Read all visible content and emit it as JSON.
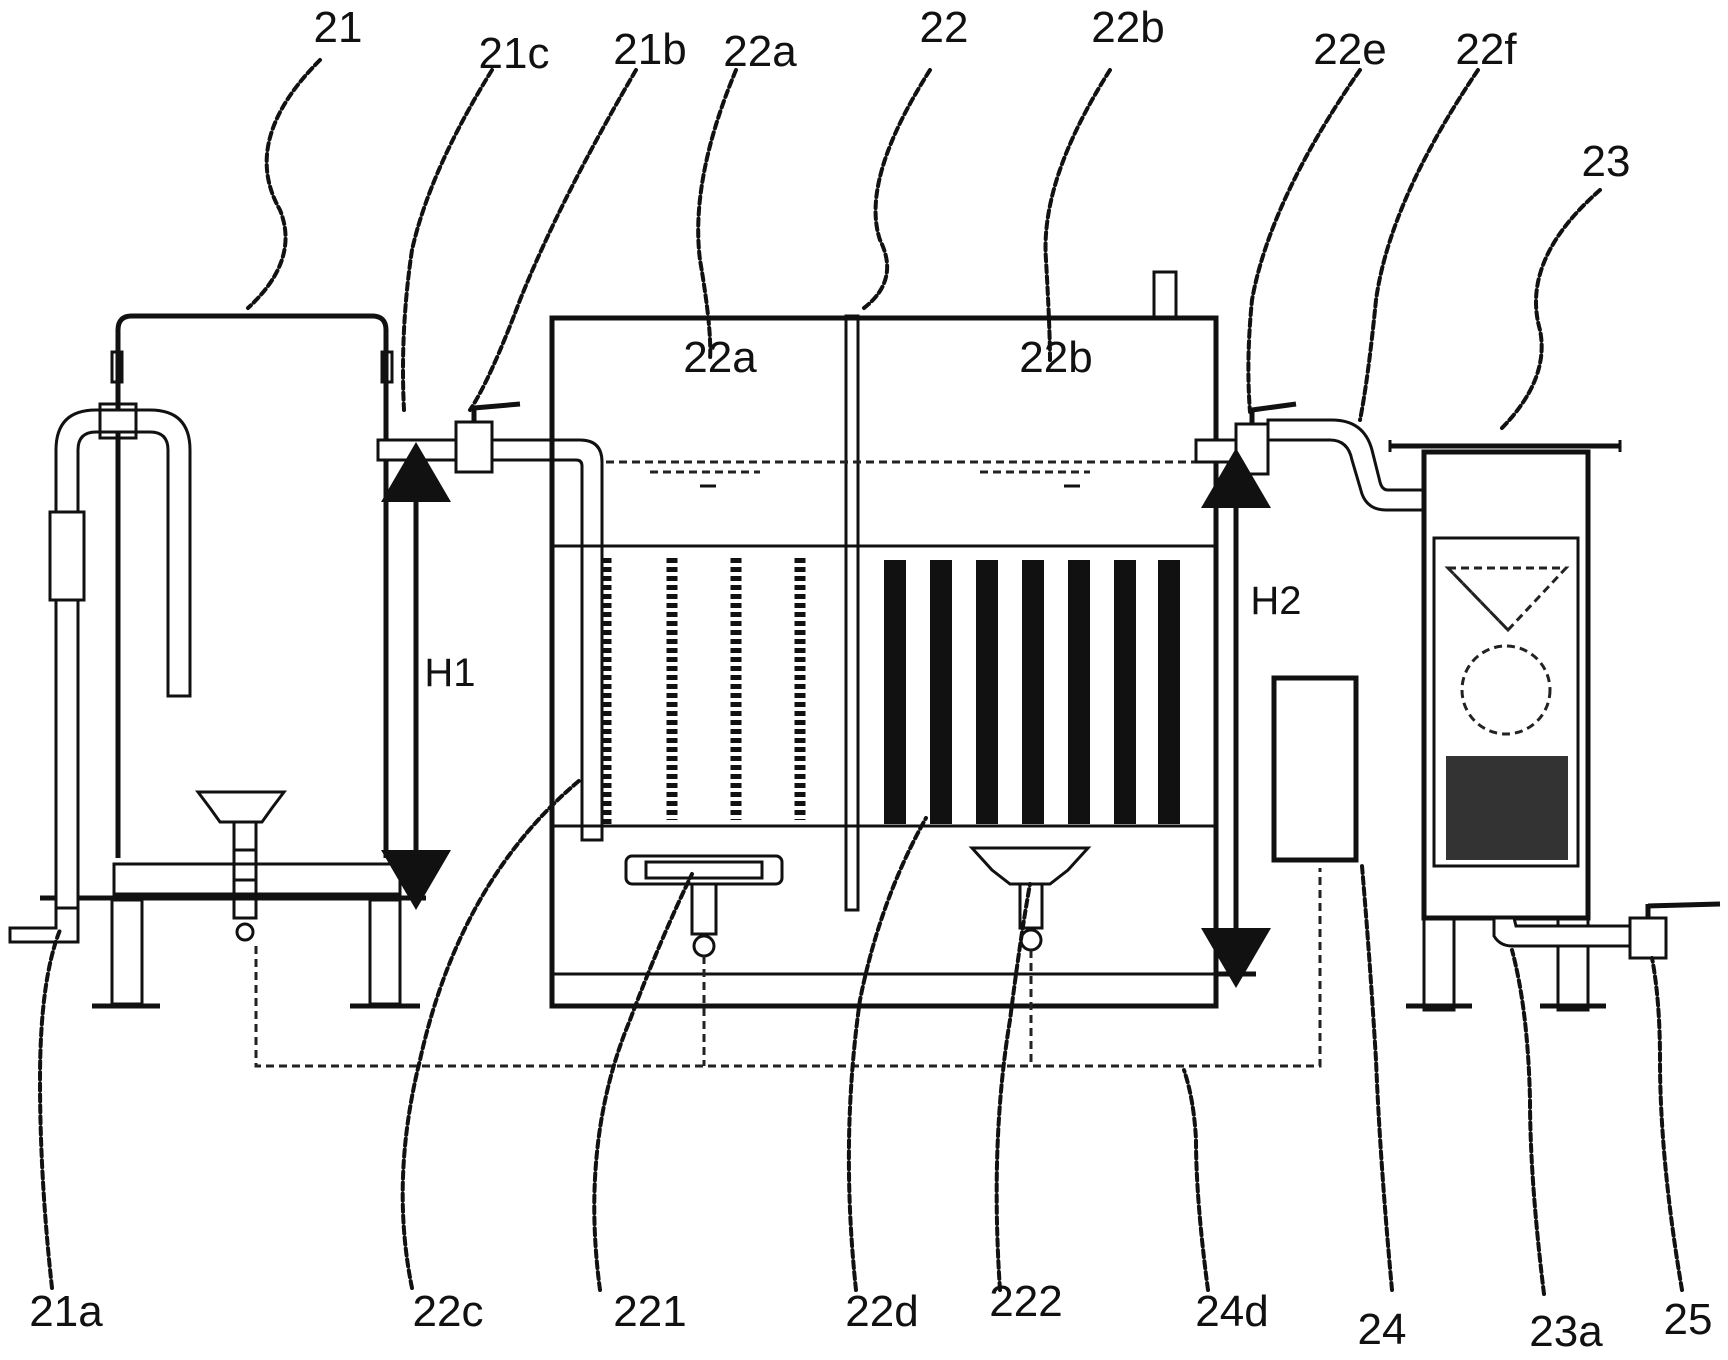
{
  "labels": {
    "l21": "21",
    "l21c": "21c",
    "l21b": "21b",
    "l22a": "22a",
    "l22": "22",
    "l22b": "22b",
    "l22e": "22e",
    "l22f": "22f",
    "l23": "23",
    "l21a": "21a",
    "l22c": "22c",
    "l221": "221",
    "l22d": "22d",
    "l222": "222",
    "l24d": "24d",
    "l24": "24",
    "l23a": "23a",
    "l25": "25"
  },
  "dimensions": {
    "h1": "H1",
    "h2": "H2"
  },
  "colors": {
    "line": "#111111",
    "background": "#ffffff"
  }
}
